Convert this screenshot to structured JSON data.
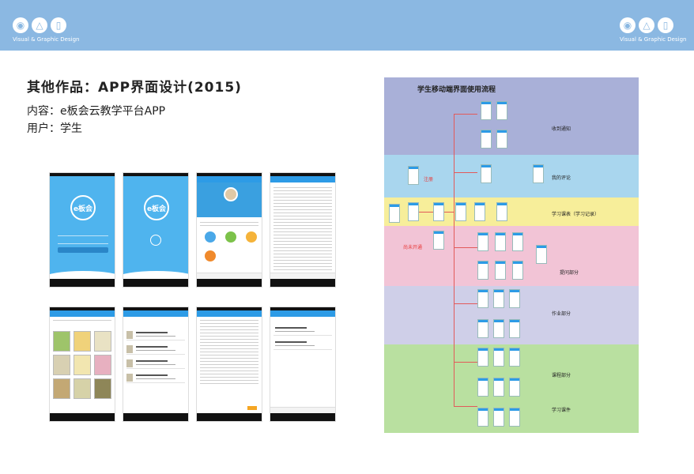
{
  "brand": {
    "label": "Visual & Graphic Design",
    "icons": [
      "eye-icon",
      "shapes-icon",
      "device-icon"
    ]
  },
  "heading": "其他作品：APP界面设计(2015)",
  "content_line": "内容：e板会云教学平台APP",
  "user_line": "用户：学生",
  "phones": {
    "logo_text": "e板会"
  },
  "flow": {
    "title": "学生移动端界面使用流程",
    "labels": {
      "notice": "收到通知",
      "comment": "我的评论",
      "schedule": "学习课表（学习记录）",
      "question": "提问部分",
      "homework": "作业部分",
      "course": "课程部分",
      "courseware": "学习课件",
      "register": "注册",
      "not_open": "尚未开通"
    },
    "band_colors": [
      "#a9b0d8",
      "#a9d6ee",
      "#f7ee9a",
      "#f2c4d6",
      "#cfcfe8",
      "#b9e0a0"
    ]
  }
}
